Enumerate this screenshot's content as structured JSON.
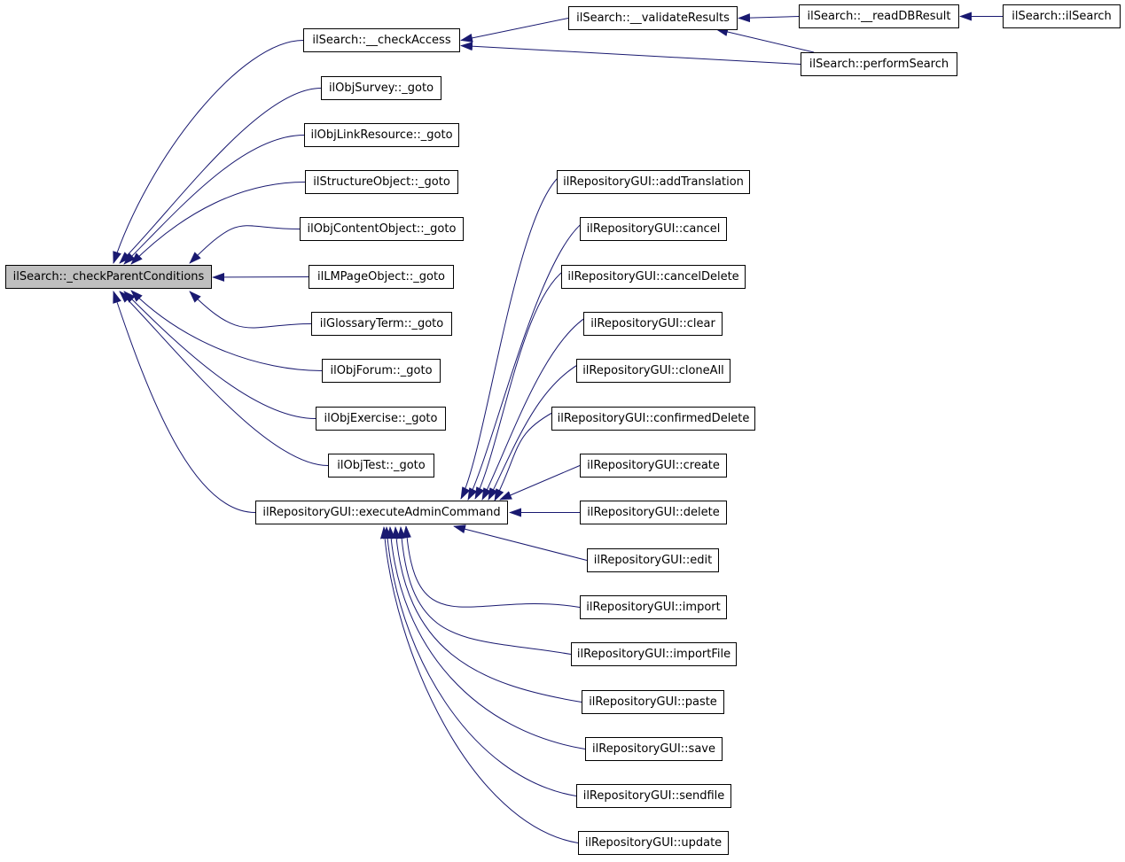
{
  "diagram": {
    "edge_color": "#191970",
    "root_fill": "#bfbfbf",
    "node_fill": "#ffffff",
    "nodes": {
      "root": "ilSearch::_checkParentConditions",
      "checkAccess": "ilSearch::__checkAccess",
      "validateResults": "ilSearch::__validateResults",
      "readDBResult": "ilSearch::__readDBResult",
      "ilSearch": "ilSearch::ilSearch",
      "performSearch": "ilSearch::performSearch",
      "objSurvey": "ilObjSurvey::_goto",
      "objLinkResource": "ilObjLinkResource::_goto",
      "structureObject": "ilStructureObject::_goto",
      "objContentObject": "ilObjContentObject::_goto",
      "lmPageObject": "ilLMPageObject::_goto",
      "glossaryTerm": "ilGlossaryTerm::_goto",
      "objForum": "ilObjForum::_goto",
      "objExercise": "ilObjExercise::_goto",
      "objTest": "ilObjTest::_goto",
      "executeAdminCommand": "ilRepositoryGUI::executeAdminCommand",
      "addTranslation": "ilRepositoryGUI::addTranslation",
      "cancel": "ilRepositoryGUI::cancel",
      "cancelDelete": "ilRepositoryGUI::cancelDelete",
      "clear": "ilRepositoryGUI::clear",
      "cloneAll": "ilRepositoryGUI::cloneAll",
      "confirmedDelete": "ilRepositoryGUI::confirmedDelete",
      "create": "ilRepositoryGUI::create",
      "delete": "ilRepositoryGUI::delete",
      "edit": "ilRepositoryGUI::edit",
      "import": "ilRepositoryGUI::import",
      "importFile": "ilRepositoryGUI::importFile",
      "paste": "ilRepositoryGUI::paste",
      "save": "ilRepositoryGUI::save",
      "sendfile": "ilRepositoryGUI::sendfile",
      "update": "ilRepositoryGUI::update"
    },
    "edges": [
      [
        "checkAccess",
        "root"
      ],
      [
        "objSurvey",
        "root"
      ],
      [
        "objLinkResource",
        "root"
      ],
      [
        "structureObject",
        "root"
      ],
      [
        "objContentObject",
        "root"
      ],
      [
        "lmPageObject",
        "root"
      ],
      [
        "glossaryTerm",
        "root"
      ],
      [
        "objForum",
        "root"
      ],
      [
        "objExercise",
        "root"
      ],
      [
        "objTest",
        "root"
      ],
      [
        "executeAdminCommand",
        "root"
      ],
      [
        "validateResults",
        "checkAccess"
      ],
      [
        "performSearch",
        "checkAccess"
      ],
      [
        "readDBResult",
        "validateResults"
      ],
      [
        "performSearch",
        "validateResults"
      ],
      [
        "ilSearch",
        "readDBResult"
      ],
      [
        "addTranslation",
        "executeAdminCommand"
      ],
      [
        "cancel",
        "executeAdminCommand"
      ],
      [
        "cancelDelete",
        "executeAdminCommand"
      ],
      [
        "clear",
        "executeAdminCommand"
      ],
      [
        "cloneAll",
        "executeAdminCommand"
      ],
      [
        "confirmedDelete",
        "executeAdminCommand"
      ],
      [
        "create",
        "executeAdminCommand"
      ],
      [
        "delete",
        "executeAdminCommand"
      ],
      [
        "edit",
        "executeAdminCommand"
      ],
      [
        "import",
        "executeAdminCommand"
      ],
      [
        "importFile",
        "executeAdminCommand"
      ],
      [
        "paste",
        "executeAdminCommand"
      ],
      [
        "save",
        "executeAdminCommand"
      ],
      [
        "sendfile",
        "executeAdminCommand"
      ],
      [
        "update",
        "executeAdminCommand"
      ]
    ]
  }
}
